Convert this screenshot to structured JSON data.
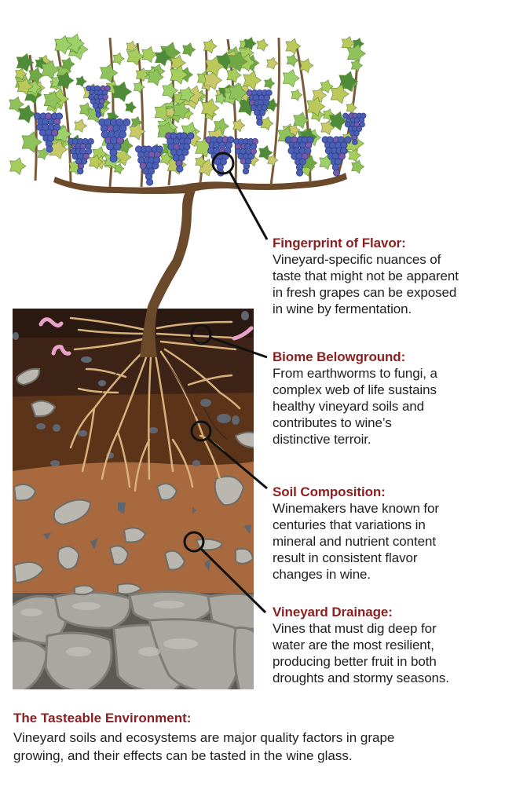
{
  "callouts": [
    {
      "title": "Fingerprint of Flavor:",
      "lines": [
        "Vineyard-specific nuances of",
        "taste that might not be apparent",
        "in fresh grapes can be exposed",
        "in wine by fermentation."
      ]
    },
    {
      "title": "Biome Belowground:",
      "lines": [
        "From earthworms to fungi, a",
        "complex web of life sustains",
        "healthy vineyard soils and",
        "contributes to wine’s",
        "distinctive terroir."
      ]
    },
    {
      "title": "Soil Composition:",
      "lines": [
        "Winemakers have known for",
        "centuries that variations in",
        "mineral and nutrient content",
        "result in consistent flavor",
        "changes in wine."
      ]
    },
    {
      "title": "Vineyard Drainage:",
      "lines": [
        "Vines that must dig deep for",
        "water are the most resilient,",
        "producing better fruit in both",
        "droughts and stormy seasons."
      ]
    }
  ],
  "footer": {
    "title": "The Tasteable Environment:",
    "lines": [
      "Vineyard soils and ecosystems are major quality factors in grape",
      "growing, and their effects can be tasted in the wine glass."
    ]
  },
  "colors": {
    "accent_red": "#8b1f1f",
    "text": "#1e1e1e",
    "topsoil": "#2b1a12",
    "subsoil_dark": "#3e2416",
    "subsoil_mid": "#5c3419",
    "clay": "#a8693f",
    "stone": "#a9a79f",
    "grape": "#4a5fb5",
    "leaf": "#8fc25a",
    "trunk": "#6b4a2b",
    "root": "#d8b27c",
    "worm": "#e7a3c7"
  },
  "icons": {
    "magnifier_markers": [
      "grape-bunch-marker",
      "surface-roots-marker",
      "deep-roots-marker",
      "stone-layer-marker"
    ]
  }
}
